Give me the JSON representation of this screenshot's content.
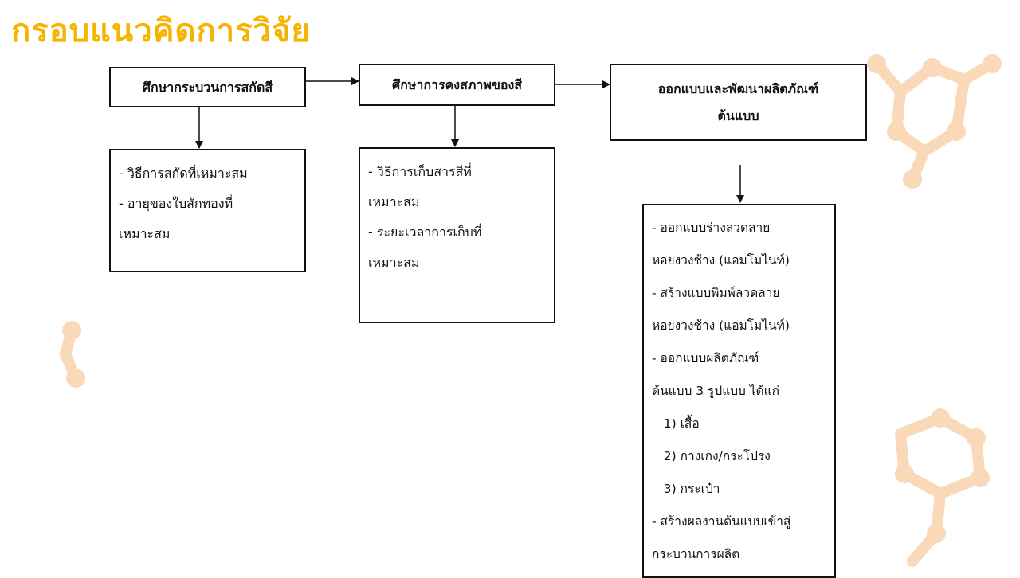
{
  "title": "กรอบแนวคิดการวิจัย",
  "boxes": {
    "b1": {
      "head": "ศึกษากระบวนการสกัดสี",
      "items": [
        "- วิธีการสกัดที่เหมาะสม",
        "- อายุของใบสักทองที่",
        "เหมาะสม"
      ]
    },
    "b2": {
      "head": "ศึกษาการคงสภาพของสี",
      "items": [
        "- วิธีการเก็บสารสีที่",
        "เหมาะสม",
        "- ระยะเวลาการเก็บที่",
        "เหมาะสม"
      ]
    },
    "b3": {
      "head_line1": "ออกแบบและพัฒนาผลิตภัณฑ์",
      "head_line2": "ต้นแบบ",
      "items": [
        "- ออกแบบร่างลวดลาย",
        "หอยงวงช้าง (แอมโมไนท์)",
        "- สร้างแบบพิมพ์ลวดลาย",
        "หอยงวงช้าง (แอมโมไนท์)",
        "- ออกแบบผลิตภัณฑ์",
        "ต้นแบบ 3 รูปแบบ ได้แก่",
        "   1) เสื้อ",
        "   2) กางเกง/กระโปรง",
        "   3) กระเป๋า",
        "- สร้างผลงานต้นแบบเข้าสู่",
        "กระบวนการผลิต"
      ]
    }
  },
  "colors": {
    "title": "#f5b400",
    "decoration": "#f9d9b8",
    "line": "#111111"
  }
}
